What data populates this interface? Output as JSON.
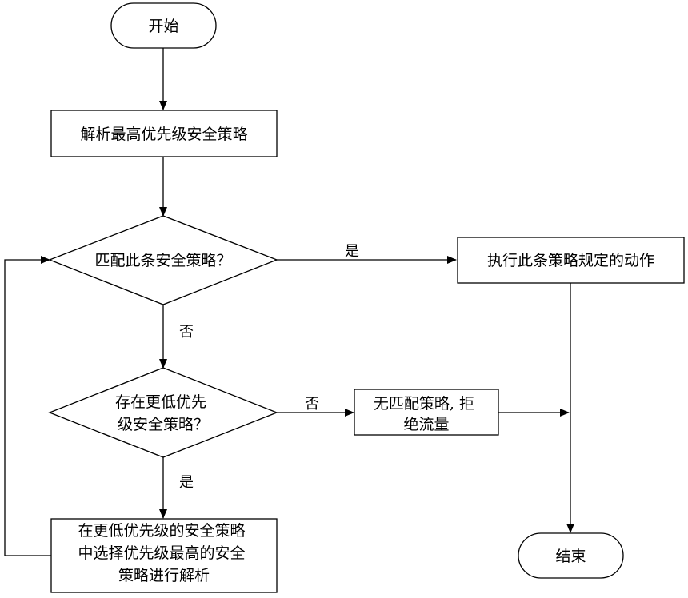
{
  "nodes": {
    "start": "开始",
    "parse_highest": "解析最高优先级安全策略",
    "match_policy": "匹配此条安全策略？",
    "exec_action": "执行此条策略规定的动作",
    "lower_exists": [
      "存在更低优先",
      "级安全策略？"
    ],
    "no_match_deny": [
      "无匹配策略, 拒",
      "绝流量"
    ],
    "select_next": [
      "在更低优先级的安全策略",
      "中选择优先级最高的安全",
      "策略进行解析"
    ],
    "end": "结束"
  },
  "edges": {
    "match_yes": "是",
    "match_no": "否",
    "lower_no": "否",
    "lower_yes": "是"
  }
}
